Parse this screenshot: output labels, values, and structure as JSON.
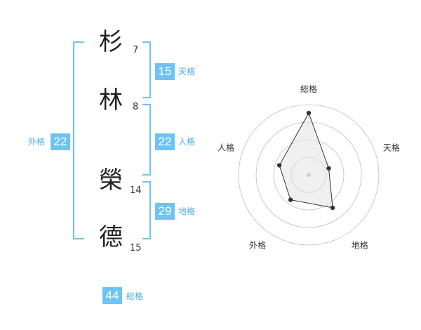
{
  "name": {
    "chars": [
      {
        "char": "杉",
        "strokes": "7"
      },
      {
        "char": "林",
        "strokes": "8"
      },
      {
        "char": "榮",
        "strokes": "14"
      },
      {
        "char": "德",
        "strokes": "15"
      }
    ]
  },
  "kakusu": {
    "tenkaku": {
      "value": "15",
      "label": "天格"
    },
    "jinkaku": {
      "value": "22",
      "label": "人格"
    },
    "chikaku": {
      "value": "29",
      "label": "地格"
    },
    "gaikaku": {
      "value": "22",
      "label": "外格"
    },
    "soukaku": {
      "value": "44",
      "label": "総格"
    }
  },
  "colors": {
    "accent": "#6ec3f2",
    "accent_text": "#4aaee8"
  },
  "chart_data": {
    "type": "radar",
    "axes": [
      "総格",
      "天格",
      "地格",
      "外格",
      "人格"
    ],
    "values": [
      44,
      15,
      29,
      22,
      22
    ],
    "rings": 4
  }
}
